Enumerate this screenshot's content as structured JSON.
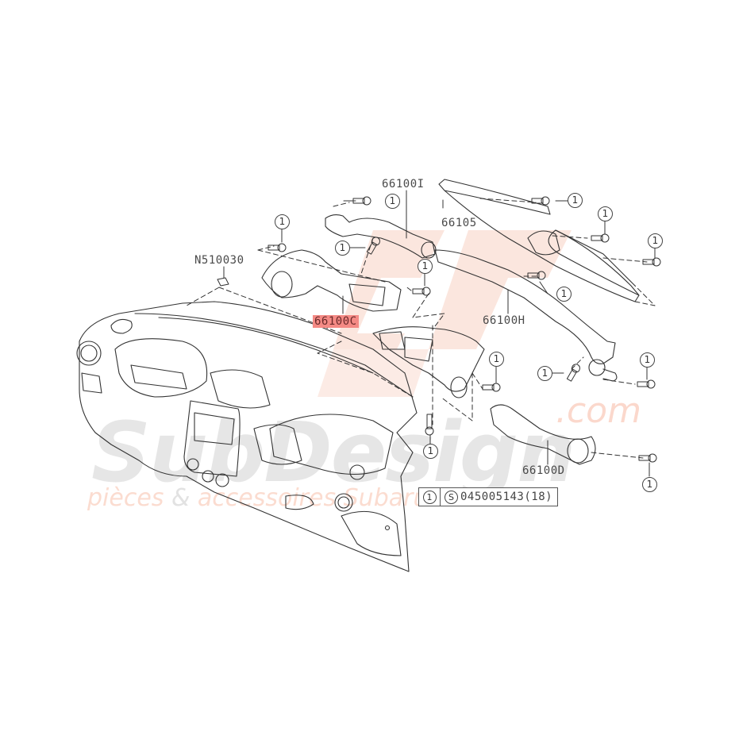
{
  "diagram": {
    "title": "Dashboard air ducts parts diagram",
    "part_labels": {
      "n510030": "N510030",
      "p66100i": "66100I",
      "p66105": "66105",
      "p66100c": "66100C",
      "p66100h": "66100H",
      "p66100d": "66100D"
    },
    "highlighted_part": "66100C",
    "highlight_color": "#f48a85",
    "callout_text": "1",
    "legend": {
      "ref": "1",
      "symbol": "S",
      "part_number": "045005143(18)"
    }
  },
  "watermark": {
    "brand": "SubDesign",
    "domain_suffix": ".com",
    "tagline_part1": "pièces ",
    "tagline_amp": "&",
    "tagline_part2": " accessoires Subaru",
    "brand_color": "#e6e6e6",
    "accent_color": "#f9c9b8"
  }
}
